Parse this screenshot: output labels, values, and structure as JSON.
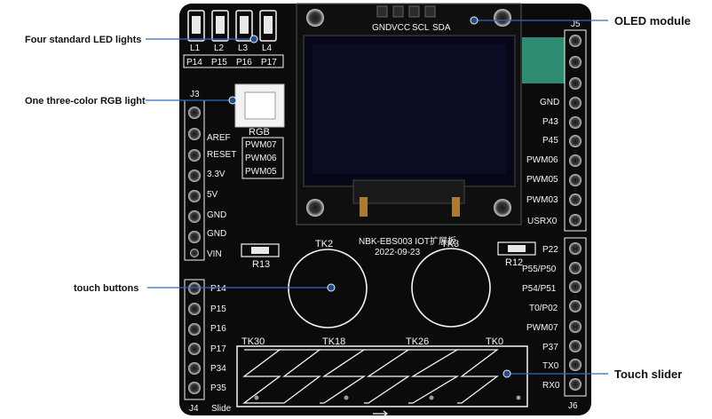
{
  "callouts": {
    "led": "Four standard LED lights",
    "rgb": "One three-color RGB light",
    "touch_buttons": "touch buttons",
    "oled": "OLED module",
    "touch_slider": "Touch slider"
  },
  "board": {
    "led_labels": [
      "L1",
      "L2",
      "L3",
      "L4"
    ],
    "led_pins": [
      "P14",
      "P15",
      "P16",
      "P17"
    ],
    "rgb_label": "RGB",
    "pwm_labels": [
      "PWM07",
      "PWM06",
      "PWM05"
    ],
    "j3_label": "J3",
    "j3_pins": [
      "AREF",
      "RESET",
      "3.3V",
      "5V",
      "GND",
      "GND",
      "VIN"
    ],
    "j4_label": "J4",
    "j4_pins": [
      "P14",
      "P15",
      "P16",
      "P17",
      "P34",
      "P35"
    ],
    "j5_label": "J5",
    "j5_pins": [
      "GND",
      "P43",
      "P45",
      "PWM06",
      "PWM05",
      "PWM03",
      "USRX0"
    ],
    "j6_label": "J6",
    "j6_pins": [
      "P22",
      "P55/P50",
      "P54/P51",
      "T0/P02",
      "PWM07",
      "P37",
      "TX0",
      "RX0"
    ],
    "oled_pins": [
      "GND",
      "VCC",
      "SCL",
      "SDA"
    ],
    "board_name": "NBK-EBS003 IOT扩展板",
    "board_date": "2022-09-23",
    "r13": "R13",
    "r12": "R12",
    "tk2": "TK2",
    "tk3": "TK3",
    "slider_keys": [
      "TK30",
      "TK18",
      "TK26",
      "TK0"
    ],
    "slide_label": "Slide"
  },
  "colors": {
    "pcb": "#0b0b0c",
    "silkscreen": "#f4f4f4",
    "callout_line": "#2a6fb8",
    "callout_dot": "#1f4e8c",
    "oled_screen": "#06081a",
    "tab_green": "#2f8c72"
  }
}
